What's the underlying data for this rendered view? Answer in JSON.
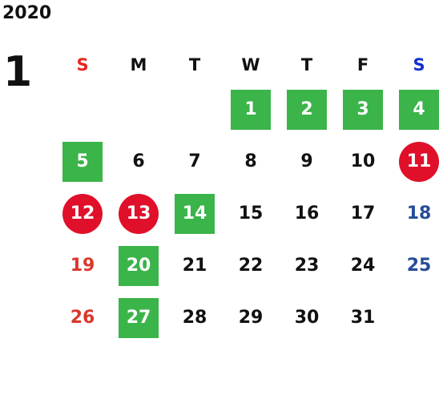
{
  "calendar": {
    "year": "2020",
    "month": "1",
    "weekdays": [
      "S",
      "M",
      "T",
      "W",
      "T",
      "F",
      "S"
    ],
    "days": [
      {
        "label": "1",
        "col": 3,
        "row": 1,
        "style": "event"
      },
      {
        "label": "2",
        "col": 4,
        "row": 1,
        "style": "event"
      },
      {
        "label": "3",
        "col": 5,
        "row": 1,
        "style": "event"
      },
      {
        "label": "4",
        "col": 6,
        "row": 1,
        "style": "event"
      },
      {
        "label": "5",
        "col": 0,
        "row": 2,
        "style": "event"
      },
      {
        "label": "6",
        "col": 1,
        "row": 2,
        "style": "plain"
      },
      {
        "label": "7",
        "col": 2,
        "row": 2,
        "style": "plain"
      },
      {
        "label": "8",
        "col": 3,
        "row": 2,
        "style": "plain"
      },
      {
        "label": "9",
        "col": 4,
        "row": 2,
        "style": "plain"
      },
      {
        "label": "10",
        "col": 5,
        "row": 2,
        "style": "plain"
      },
      {
        "label": "11",
        "col": 6,
        "row": 2,
        "style": "holiday"
      },
      {
        "label": "12",
        "col": 0,
        "row": 3,
        "style": "holiday"
      },
      {
        "label": "13",
        "col": 1,
        "row": 3,
        "style": "holiday"
      },
      {
        "label": "14",
        "col": 2,
        "row": 3,
        "style": "event"
      },
      {
        "label": "15",
        "col": 3,
        "row": 3,
        "style": "plain"
      },
      {
        "label": "16",
        "col": 4,
        "row": 3,
        "style": "plain"
      },
      {
        "label": "17",
        "col": 5,
        "row": 3,
        "style": "plain"
      },
      {
        "label": "18",
        "col": 6,
        "row": 3,
        "style": "plain"
      },
      {
        "label": "19",
        "col": 0,
        "row": 4,
        "style": "plain"
      },
      {
        "label": "20",
        "col": 1,
        "row": 4,
        "style": "event"
      },
      {
        "label": "21",
        "col": 2,
        "row": 4,
        "style": "plain"
      },
      {
        "label": "22",
        "col": 3,
        "row": 4,
        "style": "plain"
      },
      {
        "label": "23",
        "col": 4,
        "row": 4,
        "style": "plain"
      },
      {
        "label": "24",
        "col": 5,
        "row": 4,
        "style": "plain"
      },
      {
        "label": "25",
        "col": 6,
        "row": 4,
        "style": "plain"
      },
      {
        "label": "26",
        "col": 0,
        "row": 5,
        "style": "plain"
      },
      {
        "label": "27",
        "col": 1,
        "row": 5,
        "style": "event"
      },
      {
        "label": "28",
        "col": 2,
        "row": 5,
        "style": "plain"
      },
      {
        "label": "29",
        "col": 3,
        "row": 5,
        "style": "plain"
      },
      {
        "label": "30",
        "col": 4,
        "row": 5,
        "style": "plain"
      },
      {
        "label": "31",
        "col": 5,
        "row": 5,
        "style": "plain"
      }
    ]
  },
  "colors": {
    "event_green": "#3bb44a",
    "holiday_red": "#e0102a",
    "sunday_red": "#d9382b",
    "saturday_blue": "#264d96"
  }
}
